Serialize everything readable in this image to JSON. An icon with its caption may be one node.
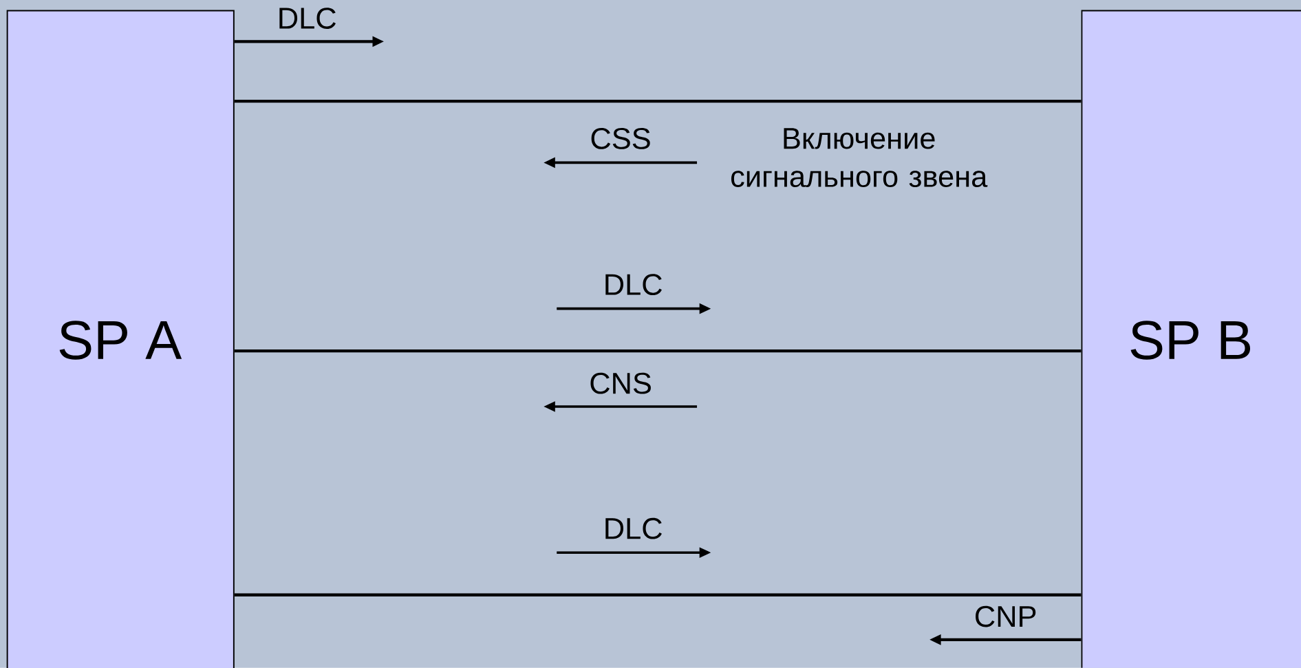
{
  "diagram": {
    "nodes": [
      {
        "text": [
          "SP A"
        ]
      },
      {
        "text": [
          "SP B"
        ]
      }
    ],
    "edges": [
      {
        "from": 0,
        "to": null,
        "arrow": "to",
        "label": "DLC"
      },
      {
        "from": 0,
        "to": 1,
        "arrow": "none"
      },
      {
        "from": 0,
        "to": 1,
        "arrow": "none"
      },
      {
        "from": 0,
        "to": 1,
        "arrow": "none"
      },
      {
        "from": 1,
        "to": null,
        "arrow": "to",
        "label": "CNP"
      }
    ],
    "labels": [
      "CSS",
      "Включение сигнального звена",
      "DLC",
      "CNS",
      "DLC"
    ]
  }
}
